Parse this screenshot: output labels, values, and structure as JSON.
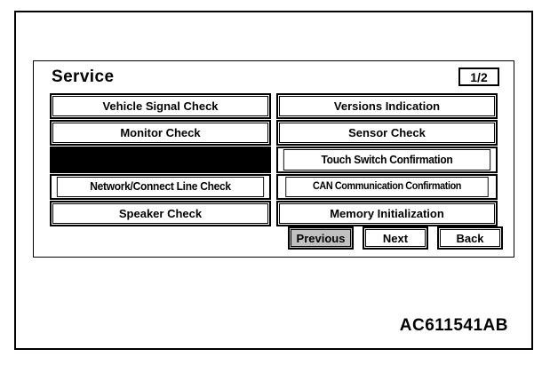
{
  "screen": {
    "title": "Service",
    "page_indicator": "1/2",
    "menu": {
      "left_column": [
        {
          "label": "Vehicle Signal Check",
          "state": "normal"
        },
        {
          "label": "Monitor Check",
          "state": "normal"
        },
        {
          "label": "",
          "state": "blacked-out"
        },
        {
          "label": "Network/Connect Line Check",
          "state": "normal"
        },
        {
          "label": "Speaker Check",
          "state": "normal"
        }
      ],
      "right_column": [
        {
          "label": "Versions Indication",
          "state": "normal"
        },
        {
          "label": "Sensor Check",
          "state": "normal"
        },
        {
          "label": "Touch Switch Confirmation",
          "state": "normal"
        },
        {
          "label": "CAN Communication Confirmation",
          "state": "normal"
        },
        {
          "label": "Memory Initialization",
          "state": "normal"
        }
      ]
    },
    "navigation": [
      {
        "label": "Previous",
        "state": "selected"
      },
      {
        "label": "Next",
        "state": "normal"
      },
      {
        "label": "Back",
        "state": "normal"
      }
    ]
  },
  "footer": {
    "code": "AC611541AB"
  },
  "colors": {
    "ink": "#000000",
    "paper": "#ffffff",
    "selected_fill": "#c0c0c0"
  }
}
